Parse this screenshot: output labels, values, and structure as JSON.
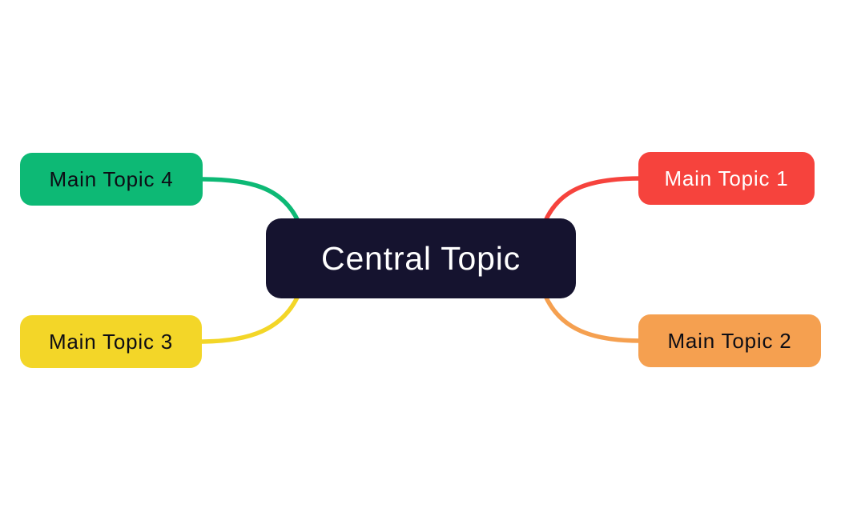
{
  "canvas": {
    "background": "#ffffff"
  },
  "central": {
    "label": "Central Topic",
    "bg": "#15132f",
    "text_color": "#ffffff"
  },
  "topics": [
    {
      "label": "Main Topic 1",
      "position": "top-right",
      "color": "#f6433d",
      "text_color": "#ffffff"
    },
    {
      "label": "Main Topic 2",
      "position": "bottom-right",
      "color": "#f5a050",
      "text_color": "#0d0d15"
    },
    {
      "label": "Main Topic 3",
      "position": "bottom-left",
      "color": "#f3d628",
      "text_color": "#0d0d15"
    },
    {
      "label": "Main Topic 4",
      "position": "top-left",
      "color": "#0db975",
      "text_color": "#0d0d15"
    }
  ]
}
